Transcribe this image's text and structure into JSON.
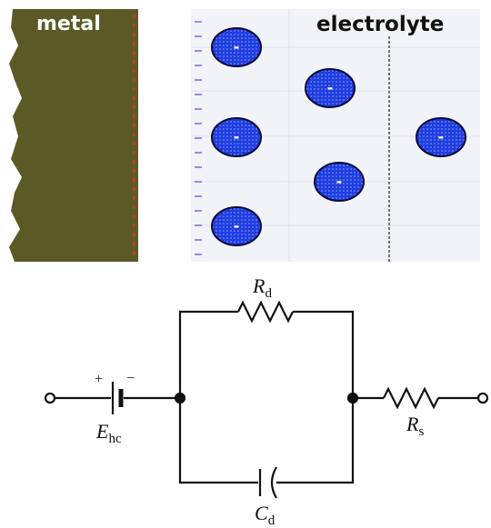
{
  "top_panel": {
    "metal_label": "metal",
    "electrolyte_label": "electrolyte",
    "ions": [
      {
        "charge": "-"
      },
      {
        "charge": "-"
      },
      {
        "charge": "-"
      },
      {
        "charge": "-"
      },
      {
        "charge": "-"
      },
      {
        "charge": "-"
      }
    ]
  },
  "circuit": {
    "resistor_top": {
      "symbol": "R",
      "subscript": "d"
    },
    "capacitor": {
      "symbol": "C",
      "subscript": "d"
    },
    "battery": {
      "symbol": "E",
      "subscript": "hc",
      "plus": "+",
      "minus": "−"
    },
    "resistor_series": {
      "symbol": "R",
      "subscript": "s"
    }
  },
  "colors": {
    "metal": "#5b5a27",
    "metal_dots": "#c0392b",
    "electrolyte_bg": "#f1f3f8",
    "ion_fill": "#1f3de0",
    "ion_outline": "#0a0a3a",
    "tick": "#5a5ad8",
    "wire": "#111111"
  }
}
